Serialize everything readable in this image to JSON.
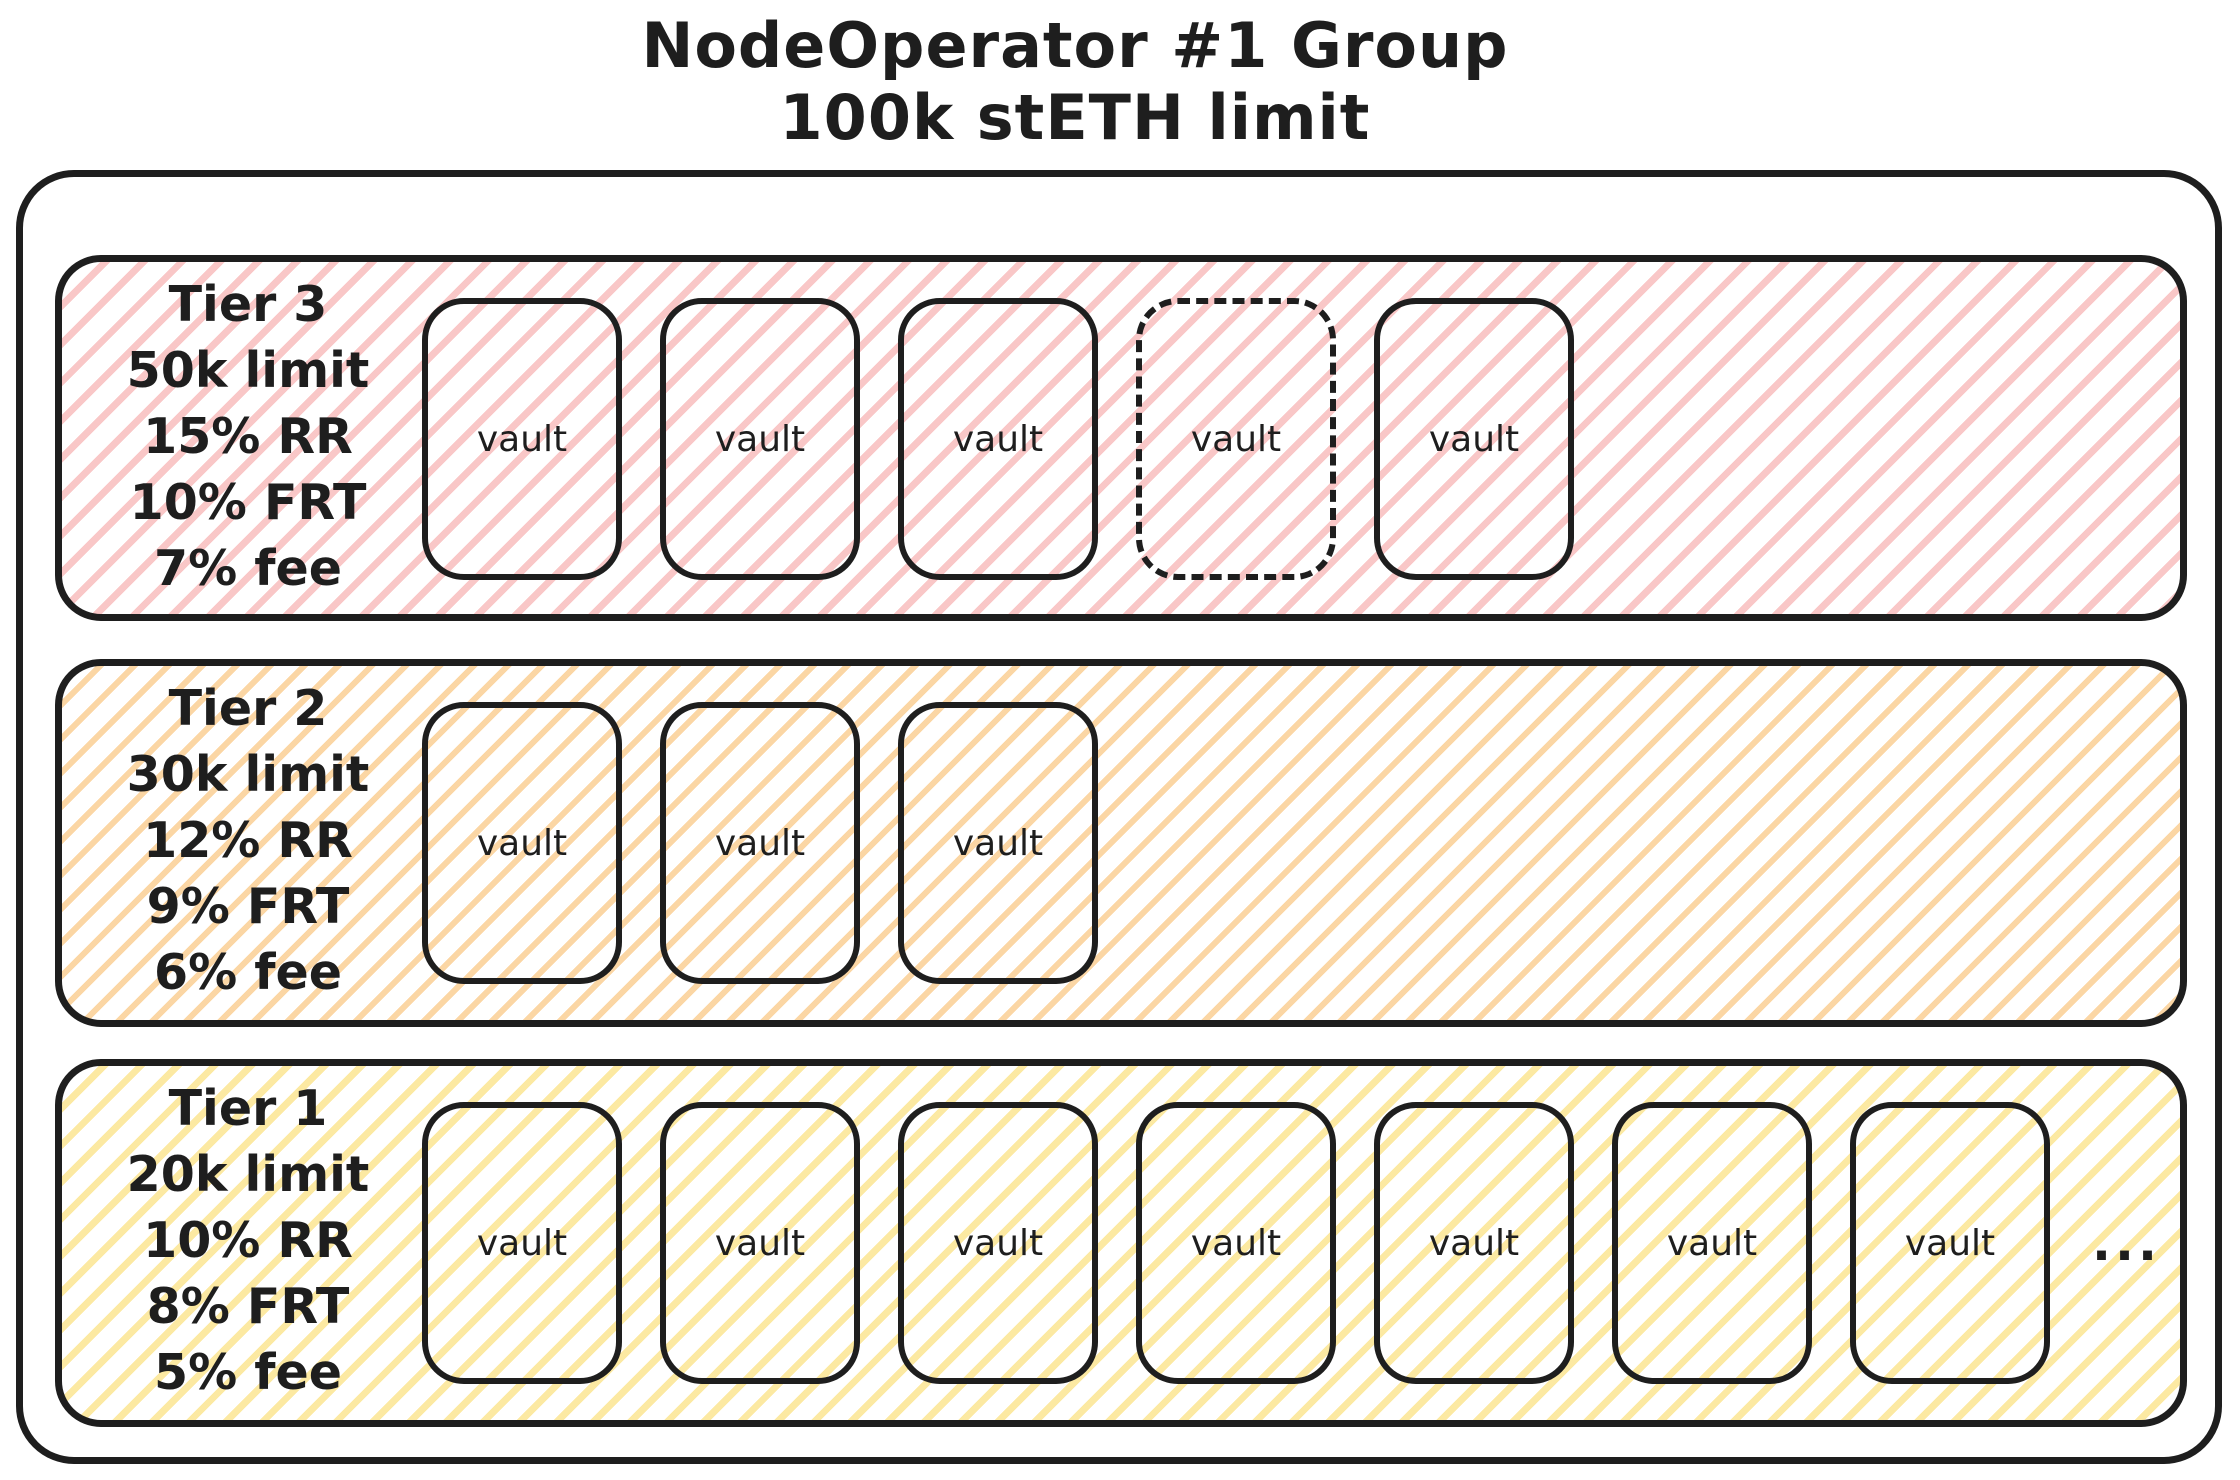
{
  "title": {
    "line1": "NodeOperator #1 Group",
    "line2": "100k stETH limit"
  },
  "colors": {
    "stroke": "#1e1e1e",
    "tier3_hatch": "#f9c7c7",
    "tier2_hatch": "#fbd6a4",
    "tier1_hatch": "#fce9a2"
  },
  "tiers": [
    {
      "name": "Tier 3",
      "limit": "50k limit",
      "rr": "15% RR",
      "frt": "10% FRT",
      "fee": "7% fee",
      "vaults": [
        "vault",
        "vault",
        "vault",
        "vault",
        "vault"
      ],
      "dashed_vault_index": 3
    },
    {
      "name": "Tier 2",
      "limit": "30k limit",
      "rr": "12% RR",
      "frt": "9% FRT",
      "fee": "6% fee",
      "vaults": [
        "vault",
        "vault",
        "vault"
      ]
    },
    {
      "name": "Tier 1",
      "limit": "20k limit",
      "rr": "10% RR",
      "frt": "8% FRT",
      "fee": "5% fee",
      "vaults": [
        "vault",
        "vault",
        "vault",
        "vault",
        "vault",
        "vault",
        "vault"
      ],
      "ellipsis": "..."
    }
  ]
}
